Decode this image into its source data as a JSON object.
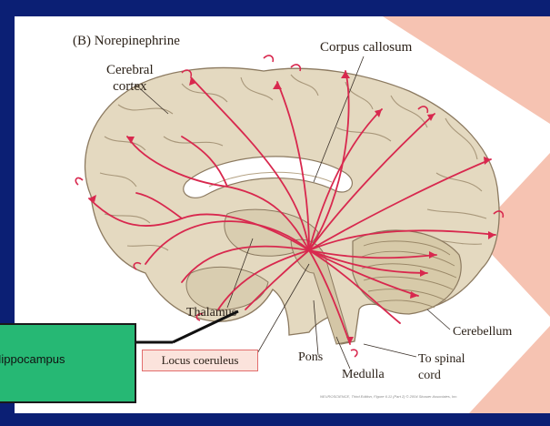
{
  "figure": {
    "title": "(B) Norepinephrine",
    "labels": {
      "corpus_callosum": "Corpus callosum",
      "cerebral_cortex": "Cerebral\ncortex",
      "thalamus": "Thalamus",
      "cerebellum": "Cerebellum",
      "pons": "Pons",
      "medulla": "Medulla",
      "to_spinal_cord": "To spinal\ncord",
      "locus_coeruleus": "Locus coeruleus"
    },
    "citation": "NEUROSCIENCE, Third Edition, Figure 6.11 (Part 2)  © 2004 Sinauer Associates, Inc."
  },
  "callout": {
    "text": "Hippocampus"
  },
  "colors": {
    "slide_background": "#0b1f74",
    "pathway_red": "#d8284e",
    "brain_fill": "#e4d9c0",
    "callout_green": "#26b874",
    "accent_salmon": "#f6c3b2"
  }
}
